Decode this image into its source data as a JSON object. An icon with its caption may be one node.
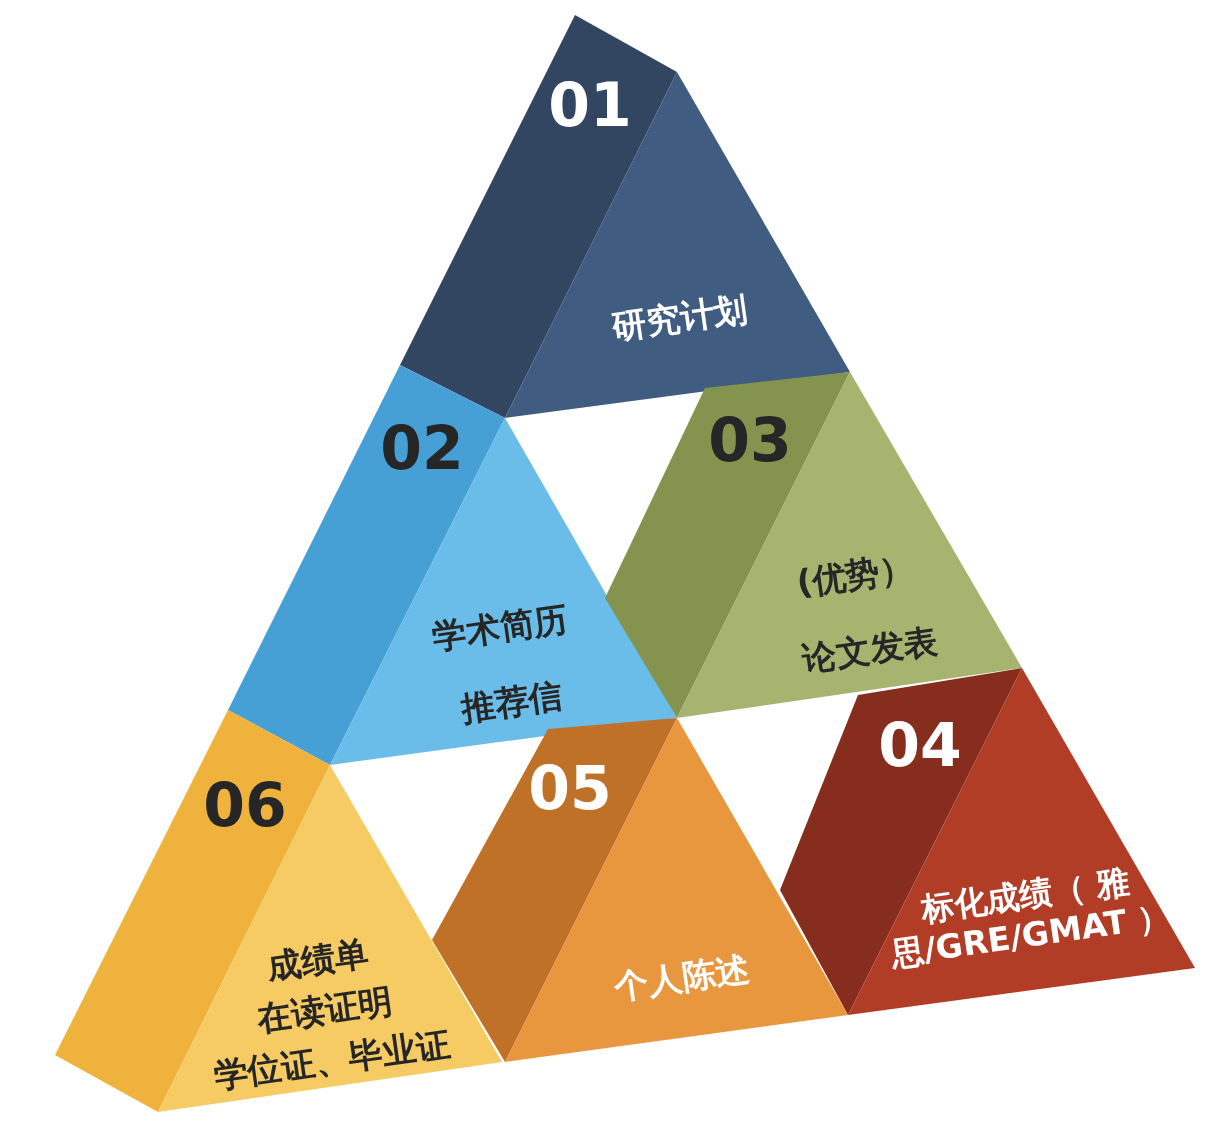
{
  "diagram": {
    "nodes": [
      {
        "text": [
          "01",
          "研究计划"
        ]
      },
      {
        "text": [
          "02",
          "学术简历",
          "推荐信"
        ]
      },
      {
        "text": [
          "03",
          "(优势）",
          "论文发表"
        ]
      },
      {
        "text": [
          "04",
          "标化成绩（ 雅思/GRE/GMAT ）"
        ]
      },
      {
        "text": [
          "05",
          "个人陈述"
        ]
      },
      {
        "text": [
          "06",
          "成绩单",
          "在读证明",
          "学位证、毕业证"
        ]
      }
    ]
  }
}
